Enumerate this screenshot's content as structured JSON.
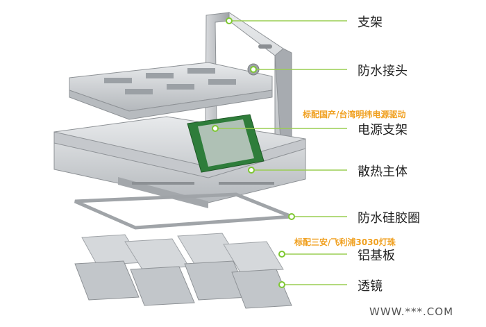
{
  "labels": {
    "bracket": "支架",
    "waterproof_connector": "防水接头",
    "power_bracket": "电源支架",
    "heatsink_body": "散热主体",
    "silicone_ring": "防水硅胶圈",
    "aluminum_substrate": "铝基板",
    "lens": "透镜"
  },
  "notes": {
    "driver": "标配国产/台湾明纬电源驱动",
    "leds": "标配三安/飞利浦3030灯珠"
  },
  "watermark": "WWW.***.COM",
  "colors": {
    "leader_line": "#9acd52",
    "leader_dot": "#7ec832",
    "note_text": "#f0a020",
    "housing": "#c9ccd0",
    "pcb": "#2e7d3a"
  }
}
